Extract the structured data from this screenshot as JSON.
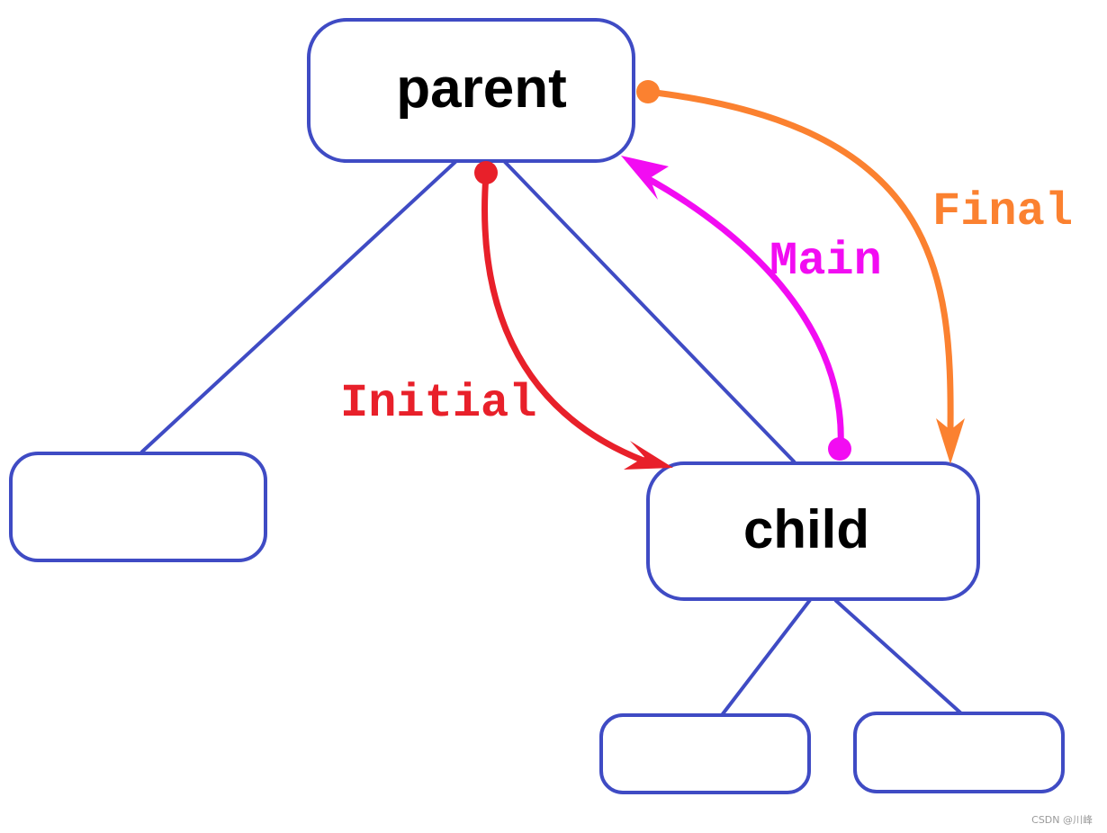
{
  "colors": {
    "node_stroke": "#3f4bc4",
    "tree_line": "#3f4bc4",
    "initial": "#e8202a",
    "main": "#f20cf2",
    "final": "#fb8130"
  },
  "nodes": {
    "parent": {
      "label": "parent"
    },
    "child": {
      "label": "child"
    },
    "left": {
      "label": ""
    },
    "child_left": {
      "label": ""
    },
    "child_right": {
      "label": ""
    }
  },
  "transitions": {
    "initial": {
      "label": "Initial",
      "from": "parent",
      "to": "child"
    },
    "main": {
      "label": "Main",
      "from": "child",
      "to": "parent"
    },
    "final": {
      "label": "Final",
      "from": "parent",
      "to": "child"
    }
  },
  "watermark": "CSDN @川峰"
}
